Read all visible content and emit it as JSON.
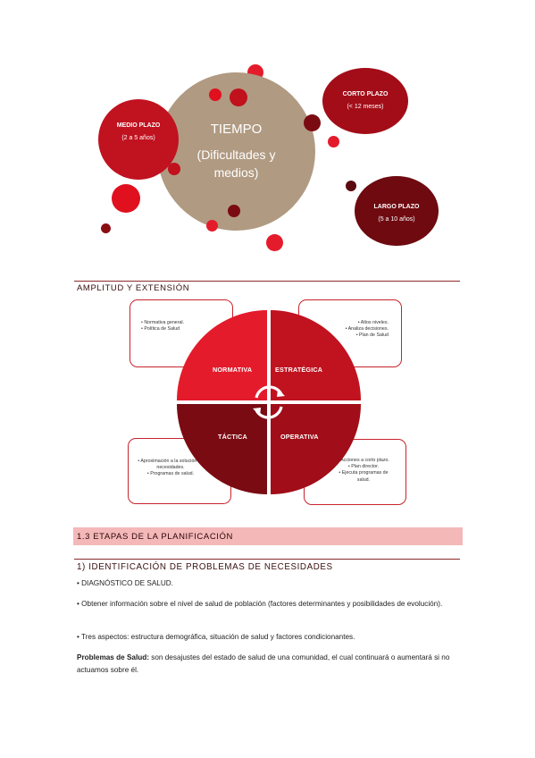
{
  "tiempo": {
    "center_title": "TIEMPO",
    "center_subtitle": "(Dificultades y medios)",
    "medio": {
      "title": "MEDIO PLAZO",
      "sub": "(2 a 5 años)"
    },
    "corto": {
      "title": "CORTO PLAZO",
      "sub": "(< 12 meses)"
    },
    "largo": {
      "title": "LARGO PLAZO",
      "sub": "(5 a 10 años)"
    }
  },
  "amplitud": {
    "heading": "AMPLITUD Y EXTENSIÓN",
    "quadrants": {
      "normativa": "NORMATIVA",
      "estrategica": "ESTRATÉGICA",
      "tactica": "TÁCTICA",
      "operativa": "OPERATIVA"
    },
    "boxes": {
      "normativa": [
        "Normativa general.",
        "Política de Salud"
      ],
      "estrategica": [
        "Altos niveles.",
        "Analiza decisiones.",
        "Plan de Salud"
      ],
      "tactica": [
        "Aproximación a la solución de necesidades.",
        "Programas de salud."
      ],
      "operativa": [
        "Acciones a corto plazo.",
        "Plan director.",
        "Ejecuta programas de salud."
      ]
    }
  },
  "etapas": {
    "section_title": "1.3 ETAPAS DE LA PLANIFICACIÓN",
    "subheading": "1) IDENTIFICACIÓN DE PROBLEMAS DE NECESIDADES",
    "bullets": [
      "• DIAGNÓSTICO DE SALUD.",
      "• Obtener información sobre el nivel de salud de población (factores determinantes y posibilidades de evolución).",
      "• Tres aspectos: estructura demográfica, situación de salud y factores condicionantes."
    ],
    "definition_term": "Problemas de Salud:",
    "definition_text": " son desajustes del estado de salud de una comunidad, el cual continuará o aumentará si no actuamos sobre él."
  },
  "colors": {
    "taupe": "#b09a82",
    "bright_red": "#e01020",
    "red": "#c1121f",
    "dark_red": "#8a0d14",
    "maroon": "#6e0a10",
    "section_band": "#f4b8b8"
  }
}
